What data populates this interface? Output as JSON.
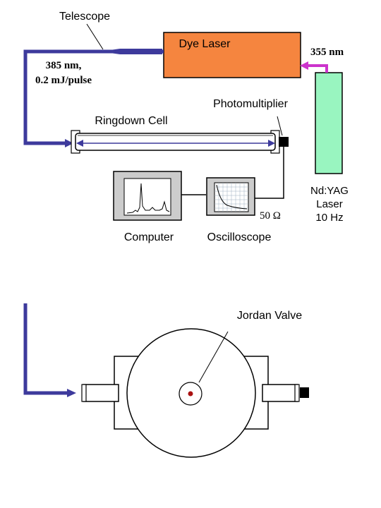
{
  "labels": {
    "telescope": "Telescope",
    "dye_laser": "Dye Laser",
    "nm355": "355 nm",
    "wl_385": "385 nm,",
    "pulse_energy": "0.2 mJ/pulse",
    "photomultiplier": "Photomultiplier",
    "ringdown_cell": "Ringdown Cell",
    "ndyag_1": "Nd:YAG",
    "ndyag_2": "Laser",
    "ndyag_3": "10 Hz",
    "ohm": "50 Ω",
    "computer": "Computer",
    "oscilloscope": "Oscilloscope",
    "jordan_valve": "Jordan Valve"
  },
  "colors": {
    "dye_laser": "#f5853f",
    "ndyag_laser": "#99f5c0",
    "beam_blue": "#3d3a9c",
    "uv_beam_magenta": "#cc33cc",
    "valve_orifice": "#aa1111"
  },
  "icons": [
    "laser-box",
    "arrow-head",
    "screen-trace",
    "detector-block"
  ]
}
